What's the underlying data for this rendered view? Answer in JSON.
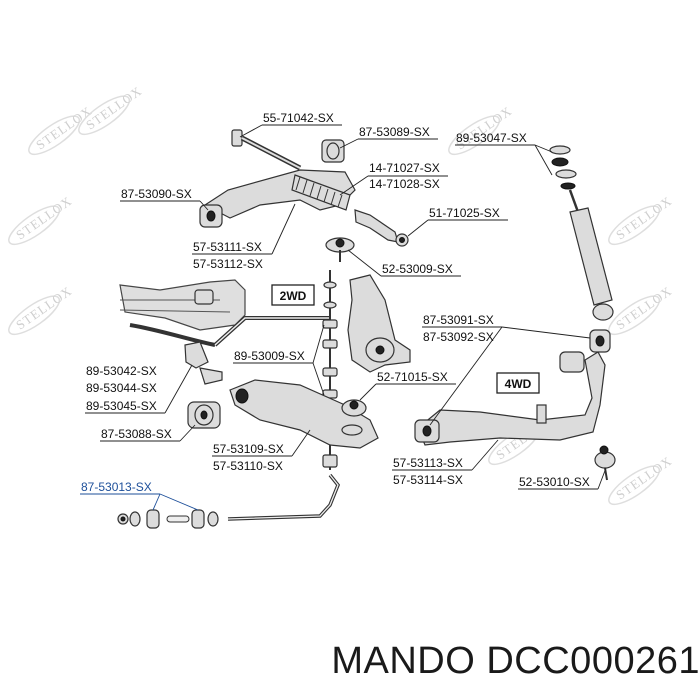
{
  "diagram": {
    "part_labels": {
      "p55_71042": "55-71042-SX",
      "p87_53089": "87-53089-SX",
      "p89_53047": "89-53047-SX",
      "p14_71027": "14-71027-SX",
      "p14_71028": "14-71028-SX",
      "p87_53090": "87-53090-SX",
      "p51_71025": "51-71025-SX",
      "p57_53111": "57-53111-SX",
      "p57_53112": "57-53112-SX",
      "p52_53009": "52-53009-SX",
      "p87_53091": "87-53091-SX",
      "p87_53092": "87-53092-SX",
      "p89_53009": "89-53009-SX",
      "p89_53042": "89-53042-SX",
      "p89_53044": "89-53044-SX",
      "p89_53045": "89-53045-SX",
      "p52_71015": "52-71015-SX",
      "p87_53088": "87-53088-SX",
      "p57_53109": "57-53109-SX",
      "p57_53110": "57-53110-SX",
      "p57_53113": "57-53113-SX",
      "p57_53114": "57-53114-SX",
      "p52_53010": "52-53010-SX",
      "p87_53013": "87-53013-SX"
    },
    "drive_labels": {
      "two_wd": "2WD",
      "four_wd": "4WD"
    },
    "watermark": "STELLOX"
  },
  "caption": {
    "brand": "MANDO",
    "part_number": "DCC000261"
  },
  "colors": {
    "label_link": "#1d4f9a",
    "line": "#222222",
    "part_fill": "#dcdcdc"
  }
}
